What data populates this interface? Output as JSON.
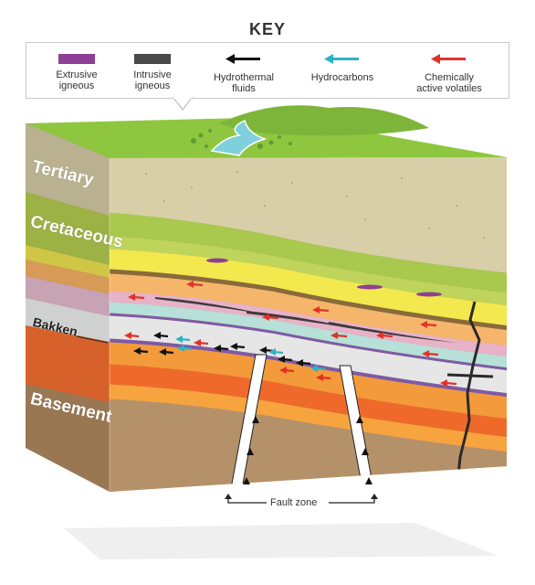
{
  "key": {
    "title": "KEY",
    "items": [
      {
        "label_line1": "Extrusive",
        "label_line2": "igneous",
        "color": "#8e3f95"
      },
      {
        "label_line1": "Intrusive",
        "label_line2": "igneous",
        "color": "#4a4a4a"
      },
      {
        "label_line1": "Hydrothermal",
        "label_line2": "fluids",
        "color": "#111111"
      },
      {
        "label_line1": "Hydrocarbons",
        "label_line2": "",
        "color": "#2fb3c4"
      },
      {
        "label_line1": "Chemically",
        "label_line2": "active volatiles",
        "color": "#e03328"
      }
    ]
  },
  "layers": {
    "tertiary": "Tertiary",
    "cretaceous": "Cretaceous",
    "bakken": "Bakken",
    "basement": "Basement"
  },
  "fault_label": "Fault zone"
}
